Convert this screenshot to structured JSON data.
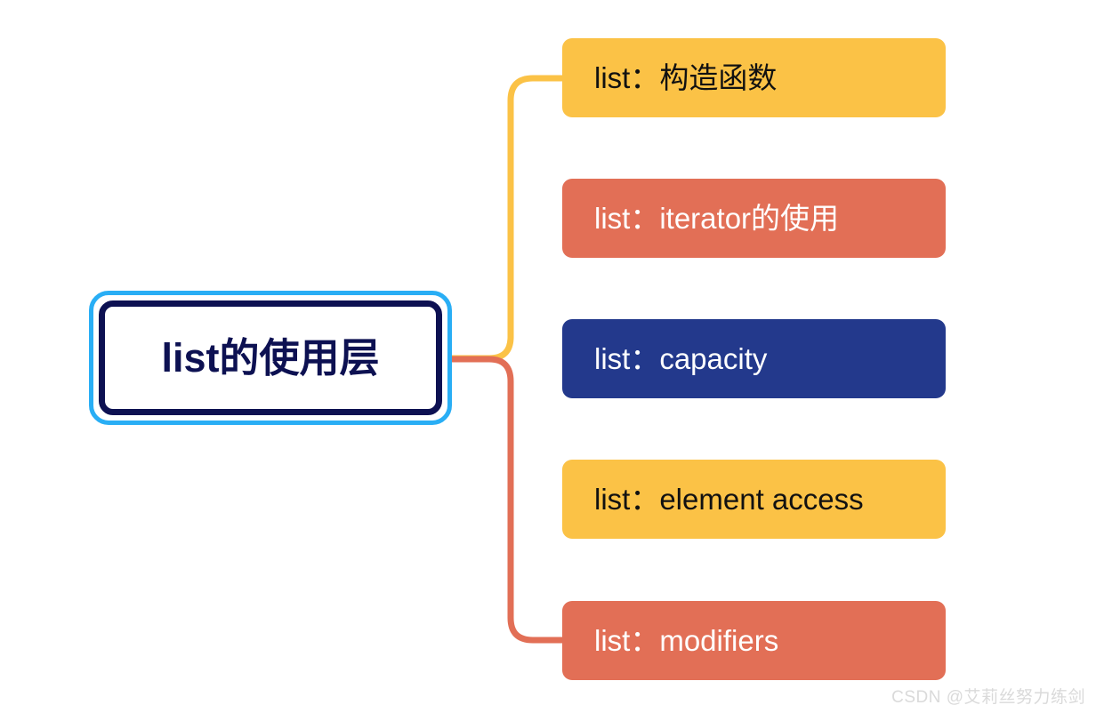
{
  "diagram": {
    "type": "mindmap",
    "title": "list的使用层",
    "root": {
      "label": "list的使用层",
      "text_color": "#0D1152",
      "outer_border_color": "#29AEF5",
      "inner_border_color": "#0D1152",
      "fill_color": "#FFFFFF"
    },
    "branches": [
      {
        "label": "list：构造函数",
        "fill_color": "#FBC246",
        "text_color": "#111111",
        "connector_color": "#FBC246"
      },
      {
        "label": "list：iterator的使用",
        "fill_color": "#E26F56",
        "text_color": "#FFFFFF",
        "connector_color": "#FBC246"
      },
      {
        "label": "list：capacity",
        "fill_color": "#23398C",
        "text_color": "#FFFFFF",
        "connector_color": "#FBC246"
      },
      {
        "label": "list：element access",
        "fill_color": "#FBC246",
        "text_color": "#111111",
        "connector_color": "#E26F56"
      },
      {
        "label": "list：modifiers",
        "fill_color": "#E26F56",
        "text_color": "#FFFFFF",
        "connector_color": "#E26F56"
      }
    ],
    "connectors": [
      {
        "name": "upper-branch-connector",
        "color": "#FBC246",
        "from": "root-right",
        "to": "card-1"
      },
      {
        "name": "lower-branch-connector",
        "color": "#E26F56",
        "from": "root-right",
        "to": "card-5"
      }
    ]
  },
  "watermark": {
    "text": "CSDN @艾莉丝努力练剑",
    "color": "#DADADA"
  }
}
